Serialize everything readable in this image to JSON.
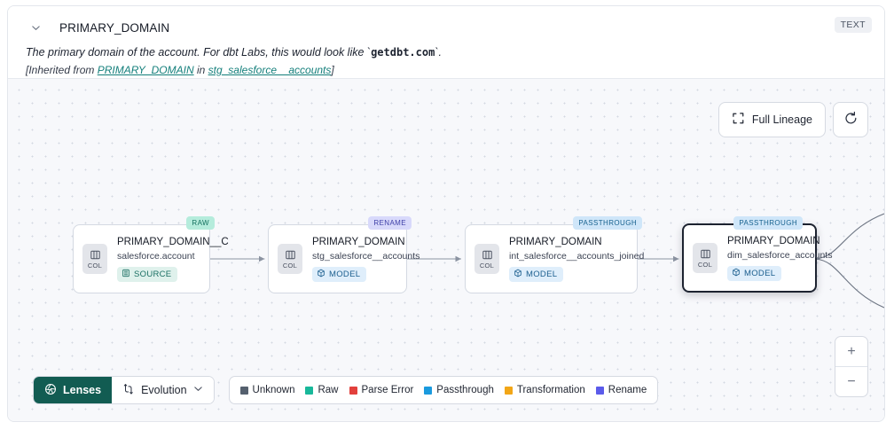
{
  "header": {
    "collapse_icon": "chevron-down-icon",
    "title": "PRIMARY_DOMAIN",
    "type_badge": "TEXT",
    "description_prefix": "The primary domain of the account. For dbt Labs, this would look like `",
    "description_code": "getdbt.com",
    "description_suffix": "`.",
    "inherited_open": "[Inherited from ",
    "inherited_link_1": "PRIMARY_DOMAIN",
    "inherited_mid": " in ",
    "inherited_link_2": "stg_salesforce__accounts",
    "inherited_close": "]"
  },
  "canvas": {
    "full_lineage_label": "Full Lineage",
    "refresh_icon": "refresh-icon",
    "expand_icon": "expand-corners-icon",
    "zoom_in_label": "+",
    "zoom_out_label": "−"
  },
  "nodes": [
    {
      "badge": "RAW",
      "badge_kind": "raw",
      "col_label": "COL",
      "title": "PRIMARY_DOMAIN__C",
      "subtitle": "salesforce.account",
      "kind_label": "SOURCE",
      "kind": "source",
      "selected": false
    },
    {
      "badge": "RENAME",
      "badge_kind": "rename",
      "col_label": "COL",
      "title": "PRIMARY_DOMAIN",
      "subtitle": "stg_salesforce__accounts",
      "kind_label": "MODEL",
      "kind": "model",
      "selected": false
    },
    {
      "badge": "PASSTHROUGH",
      "badge_kind": "passthrough",
      "col_label": "COL",
      "title": "PRIMARY_DOMAIN",
      "subtitle": "int_salesforce__accounts_joined",
      "kind_label": "MODEL",
      "kind": "model",
      "selected": false
    },
    {
      "badge": "PASSTHROUGH",
      "badge_kind": "passthrough",
      "col_label": "COL",
      "title": "PRIMARY_DOMAIN",
      "subtitle": "dim_salesforce_accounts",
      "kind_label": "MODEL",
      "kind": "model",
      "selected": true
    }
  ],
  "toolbar": {
    "lenses_label": "Lenses",
    "lenses_icon": "aperture-icon",
    "evolution_label": "Evolution",
    "evolution_icon": "evolution-flow-icon",
    "evolution_chevron": "chevron-down-icon"
  },
  "legend": [
    {
      "label": "Unknown",
      "color": "#55606e"
    },
    {
      "label": "Raw",
      "color": "#18b89a"
    },
    {
      "label": "Parse Error",
      "color": "#e2403c"
    },
    {
      "label": "Passthrough",
      "color": "#1a9ade"
    },
    {
      "label": "Transformation",
      "color": "#f2a617"
    },
    {
      "label": "Rename",
      "color": "#5b5bea"
    }
  ]
}
